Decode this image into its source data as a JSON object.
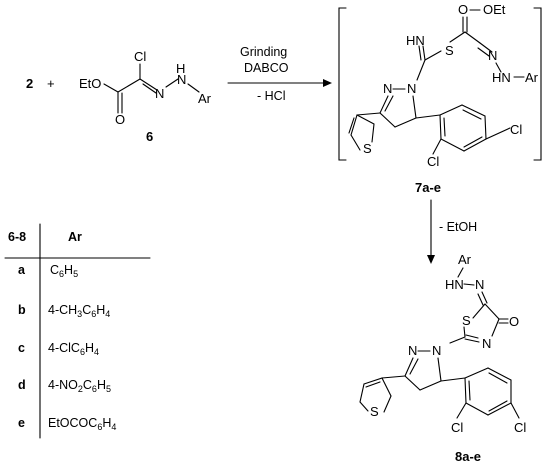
{
  "reaction": {
    "reactant_compound": "2",
    "plus": "+",
    "reagent_label": "6",
    "reagent_atoms": {
      "ester": "EtO",
      "cl": "Cl",
      "carbonyl_o": "O",
      "n1": "N",
      "nh": "H",
      "nh_n": "N",
      "ar": "Ar"
    },
    "arrow1_conditions": [
      "Grinding",
      "DABCO",
      "- HCl"
    ],
    "intermediate_label": "7a-e",
    "intermediate_atoms": {
      "oet": "OEt",
      "o": "O",
      "imine": "HN",
      "s": "S",
      "n": "N",
      "hn": "HN",
      "ar": "Ar",
      "pyr_n1": "N",
      "pyr_n2": "N",
      "thio_s": "S",
      "cl1": "Cl",
      "cl2": "Cl"
    },
    "arrow2_condition": "- EtOH",
    "product_label": "8a-e",
    "product_atoms": {
      "ar": "Ar",
      "hn": "HN",
      "n": "N",
      "s": "S",
      "o": "O",
      "ring_n": "N",
      "pyr_n1": "N",
      "pyr_n2": "N",
      "thio_s": "S",
      "cl1": "Cl",
      "cl2": "Cl"
    }
  },
  "table": {
    "header_left": "6-8",
    "header_right": "Ar",
    "rows": [
      {
        "key": "a",
        "value": "C6H5"
      },
      {
        "key": "b",
        "value": "4-CH3C6H4"
      },
      {
        "key": "c",
        "value": "4-ClC6H4"
      },
      {
        "key": "d",
        "value": "4-NO2C6H5"
      },
      {
        "key": "e",
        "value": "EtOCOC6H4"
      }
    ]
  }
}
